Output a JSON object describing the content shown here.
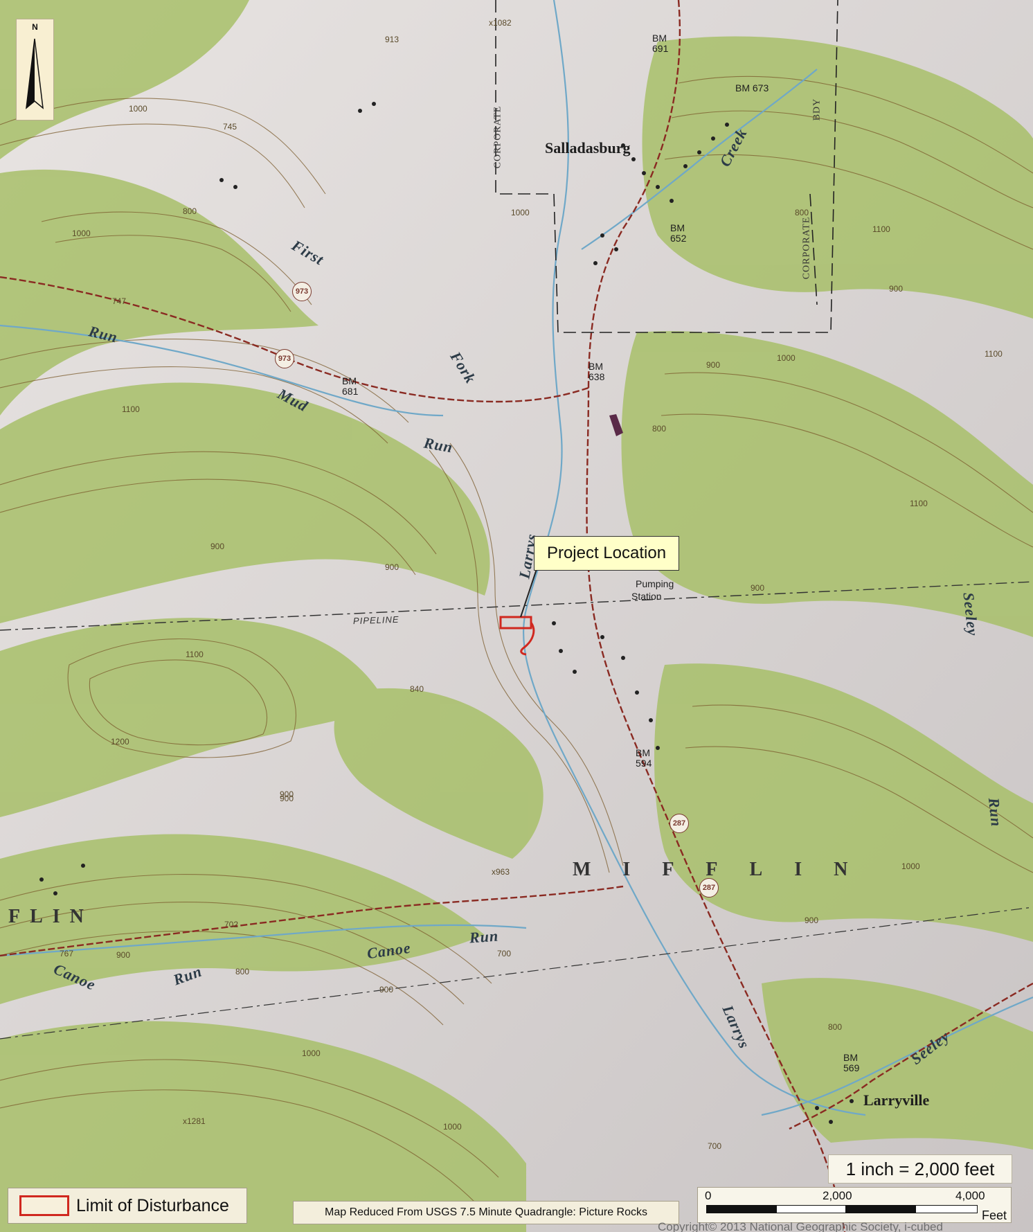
{
  "north_arrow": {
    "letter": "N"
  },
  "callout": {
    "label": "Project Location"
  },
  "towns": {
    "top": "Salladasburg",
    "bottom": "Larryville"
  },
  "township": {
    "name": "MIFFLIN",
    "left_fragment": "FLIN"
  },
  "streams": {
    "mud_run_1": "Run",
    "mud_run_2": "Mud",
    "first_fork_1": "First",
    "first_fork_2": "Fork",
    "first_fork_3": "Run",
    "creek": "Creek",
    "larrys_upper": "Larrys",
    "larrys_lower": "Larrys",
    "canoe_run_1": "Canoe",
    "canoe_run_2": "Run",
    "canoe_run_3": "Canoe",
    "canoe_run_4": "Run",
    "seeley_run_1": "Seeley",
    "seeley_run_2": "Run",
    "seeley_lower": "Seeley"
  },
  "boundary_labels": {
    "corporate_1": "CORPORATE",
    "corporate_2": "CORPORATE",
    "bdy": "BDY"
  },
  "pipeline_label": "PIPELINE",
  "pumping_station": {
    "line1": "Pumping",
    "line2": "Station"
  },
  "benchmarks": {
    "bm_691": {
      "label": "BM",
      "value": "691"
    },
    "bm_673": {
      "label": "BM",
      "value": "673"
    },
    "bm_652": {
      "label": "BM",
      "value": "652"
    },
    "bm_681": {
      "label": "BM",
      "value": "681"
    },
    "bm_638": {
      "label": "BM",
      "value": "638"
    },
    "bm_594": {
      "label": "BM",
      "value": "594"
    },
    "bm_569": {
      "label": "BM",
      "value": "569"
    }
  },
  "spot_elevations": {
    "e1082": "x1082",
    "e913": "913",
    "e745": "745",
    "e747": "747",
    "e963": "x963",
    "e1281": "x1281",
    "e702": "702",
    "e767": "767",
    "e840": "840"
  },
  "contour_labels": {
    "c1": "1000",
    "c2": "1000",
    "c3": "1000",
    "c4": "1100",
    "c5": "900",
    "c6": "800",
    "c7": "900",
    "c8": "900",
    "c9": "1100",
    "c10": "1200",
    "c11": "900",
    "c12": "800",
    "c13": "900",
    "c14": "1000",
    "c15": "900",
    "c16": "1100",
    "c17": "800",
    "c18": "700",
    "c19": "900",
    "c20": "1000",
    "c21": "1100",
    "c22": "800",
    "c23": "900",
    "c24": "1000",
    "c25": "1100",
    "c26": "700",
    "c27": "900",
    "c28": "1000",
    "c29": "800",
    "c30": "900"
  },
  "routes": {
    "r1": "973",
    "r2": "973",
    "r3": "287",
    "r4": "287"
  },
  "legend": {
    "label": "Limit of Disturbance",
    "swatch_color": "#d0281f"
  },
  "source_note": "Map Reduced From USGS 7.5 Minute Quadrangle: Picture Rocks",
  "scale": {
    "ratio_text": "1 inch = 2,000 feet",
    "ticks": [
      "0",
      "2,000",
      "4,000"
    ],
    "units": "Feet"
  },
  "copyright": "Copyright© 2013 National Geographic Society, i-cubed",
  "colors": {
    "vegetation": "#a8c06a",
    "terrain": "#d6d2cf",
    "contour": "#7b5b2c",
    "water": "#6fa8c8",
    "road": "#8a2a22"
  }
}
